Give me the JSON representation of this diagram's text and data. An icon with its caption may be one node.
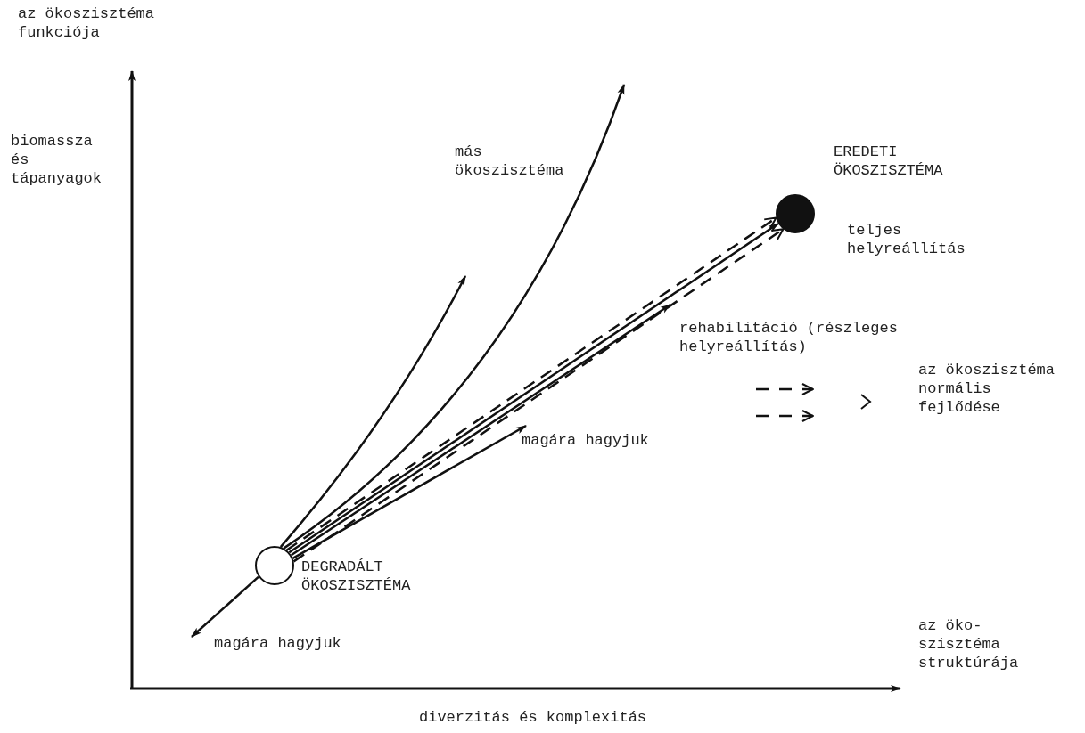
{
  "diagram": {
    "nodes": [
      {
        "text": [],
        "shape": "circle",
        "beside": [
          "DEGRADÁLT ÖKOSZISZTÉMA"
        ]
      },
      {
        "text": [],
        "shape": "circle",
        "beside": [
          "EREDETI ÖKOSZISZTÉMA",
          "teljes helyreállítás"
        ]
      }
    ],
    "edges": [
      {
        "from": 0,
        "to": null,
        "arrow": "to"
      },
      {
        "from": 0,
        "to": null,
        "arrow": "to",
        "label": "más ökoszisztéma"
      },
      {
        "from": 0,
        "to": 1,
        "arrow": "to",
        "style": "dashed"
      },
      {
        "from": 0,
        "to": 1,
        "arrow": "to"
      },
      {
        "from": 0,
        "to": null,
        "arrow": "to",
        "label": "rehabilitáció (részleges helyreállítás)"
      },
      {
        "from": 0,
        "to": null,
        "arrow": "to",
        "label": "magára hagyjuk"
      },
      {
        "from": 0,
        "to": 1,
        "arrow": "to",
        "style": "dashed"
      },
      {
        "from": 0,
        "to": null,
        "arrow": "to",
        "label": "magára hagyjuk"
      }
    ],
    "labels": [
      "az ökoszisztéma funkciója",
      "biomassza és tápanyagok",
      "az öko- szisztéma struktúrája",
      "diverzitás és komplexitás"
    ],
    "legend": [
      {
        "text": "az ökoszisztéma normális fejlődése"
      }
    ]
  }
}
